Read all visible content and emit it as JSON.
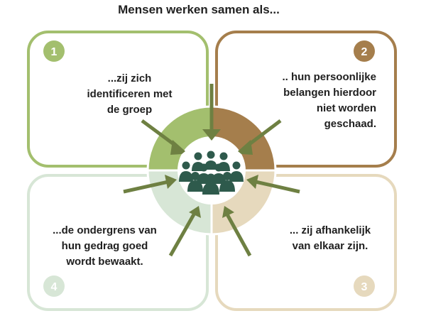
{
  "title": "Mensen werken samen als...",
  "cards": [
    {
      "number": "1",
      "lines": [
        "...zij zich",
        "identificeren met",
        "de groep"
      ],
      "color": "#a3bf6e"
    },
    {
      "number": "2",
      "lines": [
        ".. hun persoonlijke",
        "belangen hierdoor",
        "niet worden",
        "geschaad."
      ],
      "color": "#a57e4c"
    },
    {
      "number": "3",
      "lines": [
        "... zij afhankelijk",
        "van elkaar zijn."
      ],
      "color": "#e6d9bd"
    },
    {
      "number": "4",
      "lines": [
        "...de ondergrens van",
        "hun gedrag goed",
        "wordt bewaakt."
      ],
      "color": "#d7e6d6"
    }
  ],
  "colors": {
    "arrow": "#6e8042",
    "people_icon": "#2e5a4c"
  },
  "icon": "group-of-people-icon"
}
